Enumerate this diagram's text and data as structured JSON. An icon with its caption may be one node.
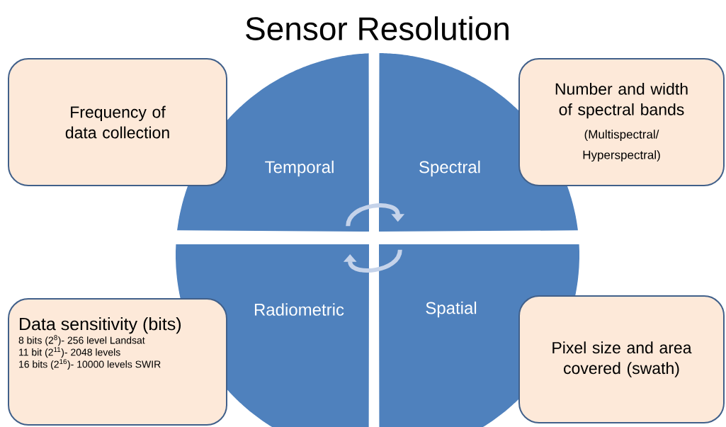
{
  "diagram": {
    "title": "Sensor Resolution",
    "nodes": [
      {
        "text": [
          "Frequency of data collection"
        ]
      },
      {
        "text": [
          "Number and width of spectral bands",
          "(Multispectral/ Hyperspectral)"
        ]
      },
      {
        "text": [
          "Temporal"
        ]
      },
      {
        "text": [
          "Spectral"
        ]
      },
      {
        "text": [
          "Radiometric"
        ]
      },
      {
        "text": [
          "Spatial"
        ]
      },
      {
        "text": [
          "Data sensitivity (bits)",
          "8 bits (2$^{8}$)- 256 level Landsat",
          "11 bit (2$^{11}$)- 2048 levels",
          "16 bits (2$^{16}$)- 10000 levels SWIR"
        ]
      },
      {
        "text": [
          "Pixel size and area covered (swath)"
        ]
      }
    ],
    "edges": [
      {
        "from": 2,
        "to": 3,
        "arrow": "to"
      },
      {
        "from": 5,
        "to": 4,
        "arrow": "to"
      }
    ]
  }
}
